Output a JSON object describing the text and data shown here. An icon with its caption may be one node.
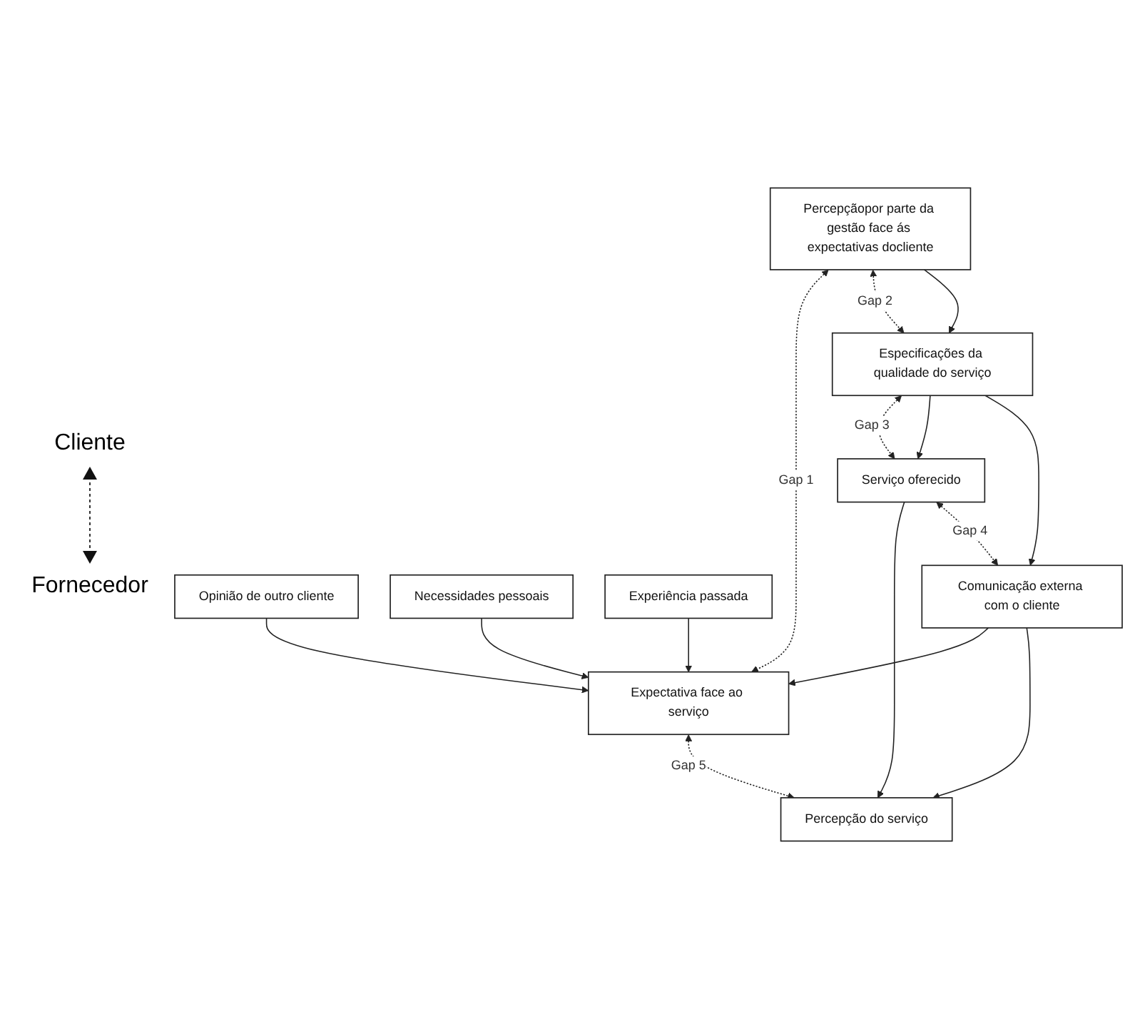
{
  "diagram": {
    "nodes": [
      {
        "text": [
          "Opinião de outro cliente"
        ]
      },
      {
        "text": [
          "Necessidades pessoais"
        ]
      },
      {
        "text": [
          "Experiência passada"
        ]
      },
      {
        "text": [
          "Expectativa face ao serviço"
        ]
      },
      {
        "text": [
          "Percepção do serviço"
        ]
      },
      {
        "text": [
          "Serviço oferecido"
        ]
      },
      {
        "text": [
          "Comunicação externa com o cliente"
        ]
      },
      {
        "text": [
          "Especificações da qualidade do serviço"
        ]
      },
      {
        "text": [
          "Percepçãopor parte da gestão face ás expectativas docliente"
        ]
      }
    ],
    "edges": [
      {
        "from": 0,
        "to": 3,
        "arrow": "to"
      },
      {
        "from": 1,
        "to": 3,
        "arrow": "to"
      },
      {
        "from": 2,
        "to": 3,
        "arrow": "to"
      },
      {
        "from": 8,
        "to": 3,
        "arrow": "both",
        "style": "dashed",
        "label": "Gap 1"
      },
      {
        "from": 3,
        "to": 4,
        "arrow": "both",
        "style": "dashed",
        "label": "Gap 5"
      },
      {
        "from": 5,
        "to": 4,
        "arrow": "to"
      },
      {
        "from": 6,
        "to": 3,
        "arrow": "to"
      },
      {
        "from": 6,
        "to": 4,
        "arrow": "to"
      },
      {
        "from": 5,
        "to": 6,
        "arrow": "both",
        "style": "dashed",
        "label": "Gap 4"
      },
      {
        "from": 7,
        "to": 5,
        "arrow": "both",
        "style": "dashed",
        "label": "Gap 3"
      },
      {
        "from": 7,
        "to": 5,
        "arrow": "to"
      },
      {
        "from": 7,
        "to": 6,
        "arrow": "to"
      },
      {
        "from": 8,
        "to": 7,
        "arrow": "both",
        "style": "dashed",
        "label": "Gap 2"
      },
      {
        "from": 8,
        "to": 7,
        "arrow": "to"
      }
    ],
    "labels": [
      "Cliente",
      "Fornecedor"
    ]
  }
}
